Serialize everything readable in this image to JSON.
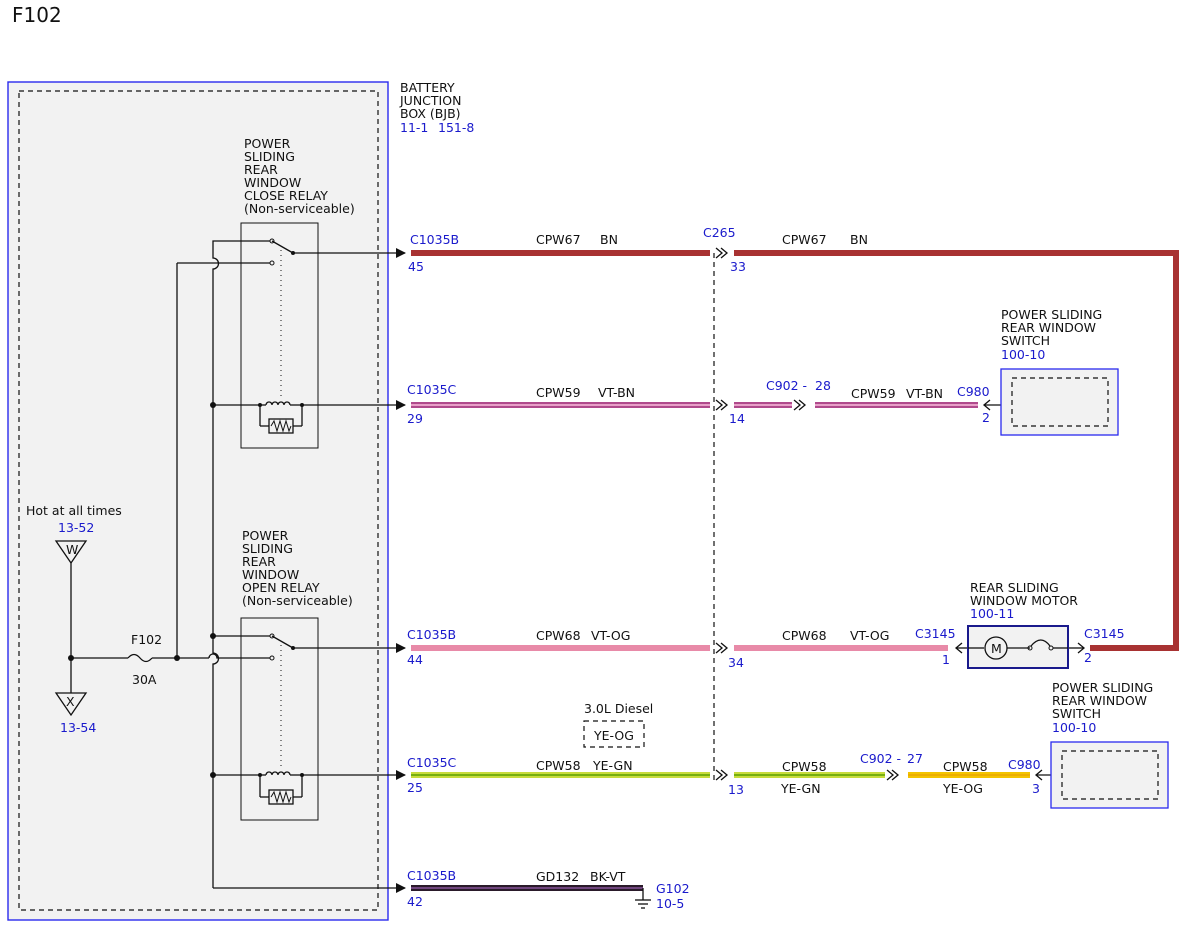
{
  "title": "F102",
  "bjb": {
    "line1": "BATTERY",
    "line2": "JUNCTION",
    "line3": "BOX (BJB)",
    "ref1": "11-1",
    "ref2": "151-8"
  },
  "close_relay": {
    "lines": [
      "POWER",
      "SLIDING",
      "REAR",
      "WINDOW",
      "CLOSE RELAY",
      "(Non-serviceable)"
    ]
  },
  "open_relay": {
    "lines": [
      "POWER",
      "SLIDING",
      "REAR",
      "WINDOW",
      "OPEN RELAY",
      "(Non-serviceable)"
    ]
  },
  "power": {
    "hot_label": "Hot at all times",
    "hot_ref": "13-52",
    "w_letter": "W",
    "x_letter": "X",
    "x_ref": "13-54",
    "fuse_name": "F102",
    "fuse_rating": "30A"
  },
  "c265": "C265",
  "diesel": {
    "label": "3.0L Diesel",
    "color": "YE-OG"
  },
  "wires": {
    "w1": {
      "conn": "C1035B",
      "pin": "45",
      "circuit": "CPW67",
      "color": "BN",
      "circuit2": "CPW67",
      "color2": "BN",
      "pin2": "33"
    },
    "w2": {
      "conn": "C1035C",
      "pin": "29",
      "circuit": "CPW59",
      "color": "VT-BN",
      "pin2": "14",
      "c902": "C902 -",
      "c902_pin": "28",
      "circuit3": "CPW59",
      "color3": "VT-BN",
      "c980": "C980",
      "c980_pin": "2"
    },
    "w3": {
      "conn": "C1035B",
      "pin": "44",
      "circuit": "CPW68",
      "color": "VT-OG",
      "pin2": "34",
      "circuit2": "CPW68",
      "color2": "VT-OG",
      "c3145a": "C3145",
      "c3145a_pin": "1",
      "c3145b": "C3145",
      "c3145b_pin": "2"
    },
    "w4": {
      "conn": "C1035C",
      "pin": "25",
      "circuit": "CPW58",
      "color": "YE-GN",
      "pin2": "13",
      "circuit2": "CPW58",
      "color2": "YE-GN",
      "c902": "C902 -",
      "c902_pin": "27",
      "circuit3": "CPW58",
      "color3": "YE-OG",
      "c980": "C980",
      "c980_pin": "3"
    },
    "w5": {
      "conn": "C1035B",
      "pin": "42",
      "circuit": "GD132",
      "color": "BK-VT",
      "ground": "G102",
      "ground_ref": "10-5"
    }
  },
  "switch1": {
    "lines": [
      "POWER SLIDING",
      "REAR WINDOW",
      "SWITCH"
    ],
    "ref": "100-10"
  },
  "motor": {
    "lines": [
      "REAR SLIDING",
      "WINDOW MOTOR"
    ],
    "ref": "100-11",
    "symbol": "M"
  },
  "switch2": {
    "lines": [
      "POWER SLIDING",
      "REAR WINDOW",
      "SWITCH"
    ],
    "ref": "100-10"
  },
  "wire_colors": {
    "brown": "#a83232",
    "violet_brown_outer": "#b04a8c",
    "violet_brown_inner": "#e8a0c8",
    "violet_orange": "#e88aa8",
    "yellow_green": "#c8dc3c",
    "yellow_green_stripe": "#5aa000",
    "yellow_orange": "#f4c400",
    "black_violet": "#2a1a2a"
  }
}
